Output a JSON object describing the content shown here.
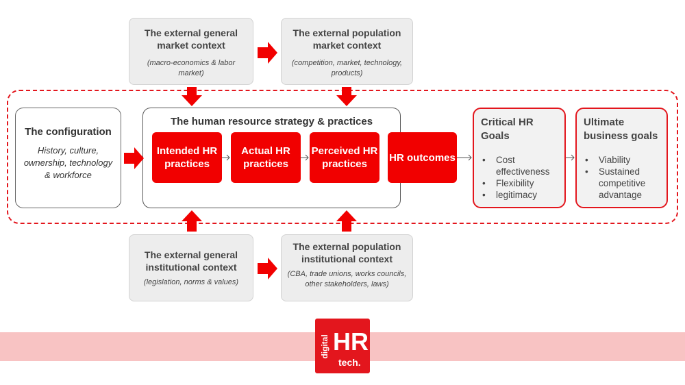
{
  "top_contexts": {
    "general_market": {
      "title": "The external general market context",
      "sub": "(macro-economics & labor market)"
    },
    "population_market": {
      "title": "The external population market context",
      "sub": "(competition, market, technology, products)"
    }
  },
  "bottom_contexts": {
    "general_institutional": {
      "title": "The external general institutional context",
      "sub": "(legislation, norms & values)"
    },
    "population_institutional": {
      "title": "The external population institutional context",
      "sub": "(CBA, trade unions, works councils, other stakeholders, laws)"
    }
  },
  "configuration": {
    "title": "The configuration",
    "sub": "History, culture, ownership, technology & workforce"
  },
  "strategy": {
    "title": "The human resource strategy & practices",
    "steps": [
      "Intended HR practices",
      "Actual HR practices",
      "Perceived HR practices"
    ]
  },
  "hr_outcomes": "HR outcomes",
  "critical_goals": {
    "title": "Critical HR Goals",
    "items": [
      "Cost effectiveness",
      "Flexibility",
      "legitimacy"
    ]
  },
  "ultimate_goals": {
    "title": "Ultimate business goals",
    "items": [
      "Viability",
      "Sustained competitive advantage"
    ]
  },
  "logo": {
    "top": "digital",
    "main": "HR",
    "bottom": "tech."
  },
  "colors": {
    "accent": "#e3161d",
    "box_red": "#f10000",
    "gray_box": "#ededed",
    "band": "#f8c3c3"
  }
}
